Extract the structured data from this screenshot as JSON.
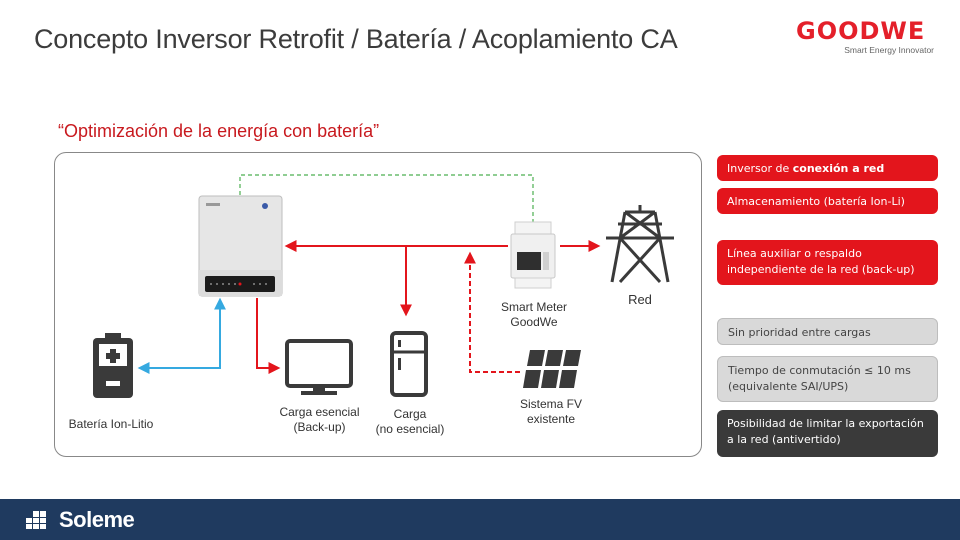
{
  "header": {
    "title": "Concepto Inversor Retrofit / Batería / Acoplamiento CA",
    "logo_word": "GOODWE",
    "logo_tagline": "Smart Energy Innovator"
  },
  "diagram": {
    "subtitle": "“Optimización de la energía con batería”",
    "labels": {
      "battery": "Batería Ion-Litio",
      "essential_load_1": "Carga esencial",
      "essential_load_2": "(Back-up)",
      "load_1": "Carga",
      "load_2": "(no esencial)",
      "pv_1": "Sistema FV",
      "pv_2": "existente",
      "meter_1": "Smart Meter",
      "meter_2": "GoodWe",
      "grid": "Red"
    },
    "icons": [
      "inverter-icon",
      "battery-icon",
      "monitor-icon",
      "fridge-icon",
      "smart-meter-icon",
      "solar-panel-icon",
      "power-tower-icon"
    ],
    "colors": {
      "ac_line": "#e3151c",
      "dc_line": "#35a9e0",
      "comm_line": "#4caf50"
    }
  },
  "features": [
    {
      "pre": "Inversor de ",
      "bold": "conexión a red",
      "post": ""
    },
    {
      "pre": "Almacenamiento (batería Ion-Li)",
      "bold": "",
      "post": ""
    },
    {
      "pre": "Línea auxiliar o respaldo independiente  de la red (back-up)",
      "bold": "",
      "post": ""
    },
    {
      "pre": "Sin prioridad entre cargas",
      "bold": "",
      "post": ""
    },
    {
      "pre": "Tiempo de conmutación ≤ 10 ms (equivalente SAI/UPS)",
      "bold": "",
      "post": ""
    },
    {
      "pre": "Posibilidad de limitar la exportación a la red (antivertido)",
      "bold": "",
      "post": ""
    }
  ],
  "footer": {
    "brand": "Soleme"
  }
}
